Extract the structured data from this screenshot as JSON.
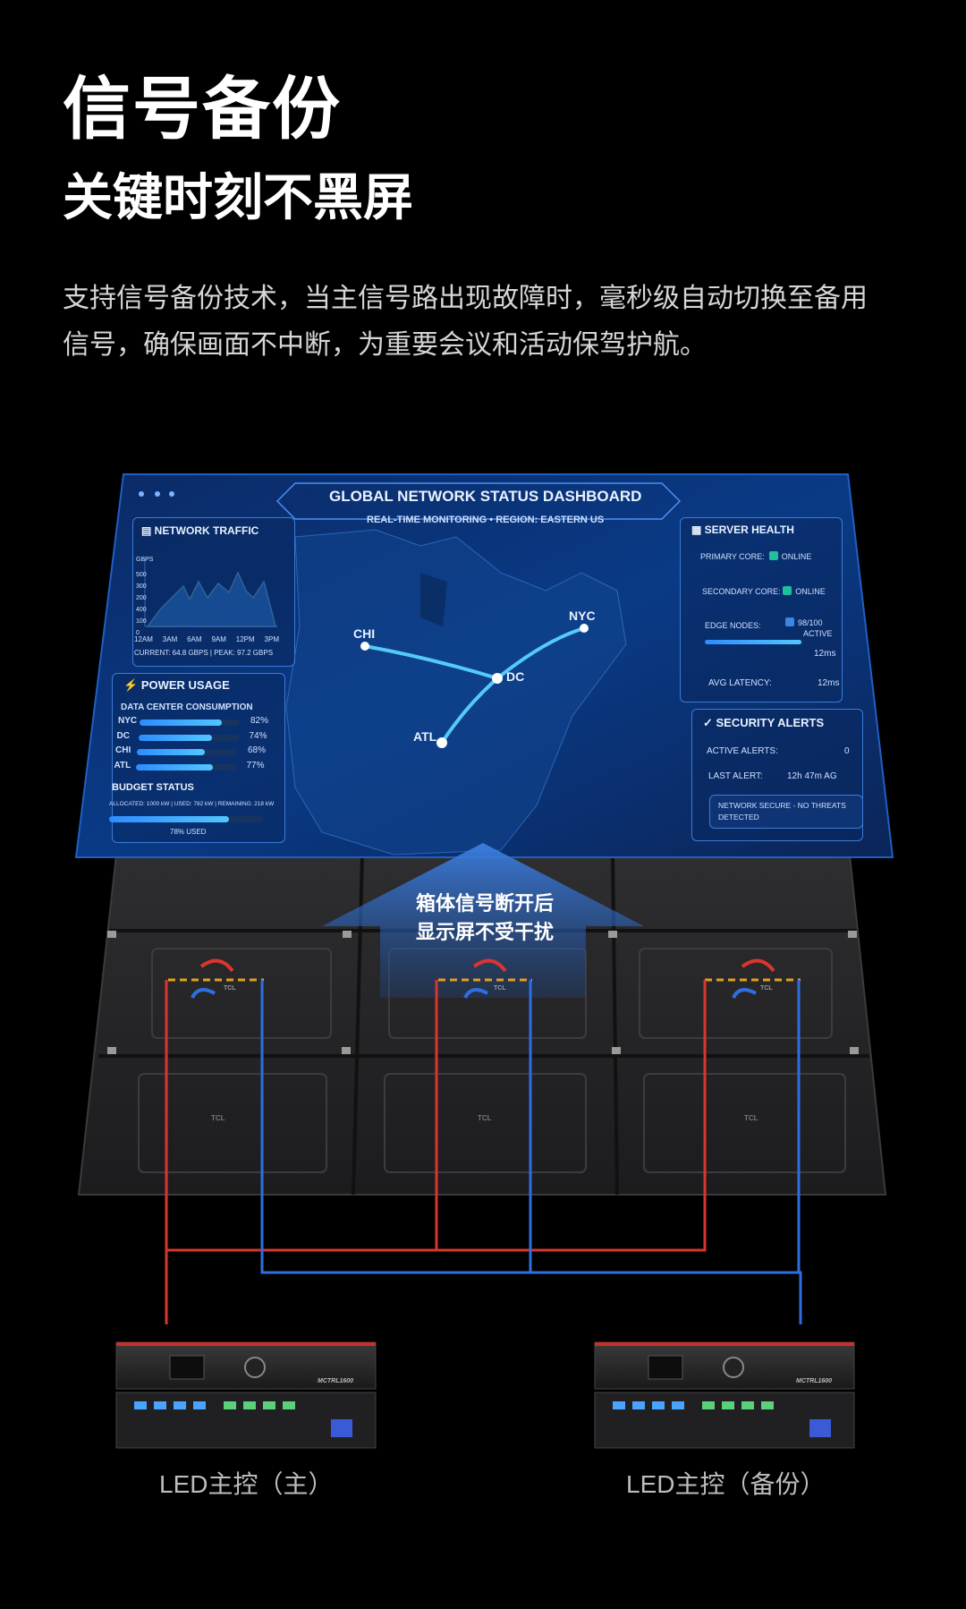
{
  "header": {
    "title": "信号备份",
    "subtitle": "关键时刻不黑屏",
    "description_lines": [
      "支持信号备份技术，当主信号路出现故障时，毫秒级自动切换至备用",
      "信号，确保画面不中断，为重要会议和活动保驾护航。"
    ]
  },
  "dashboard": {
    "title": "GLOBAL NETWORK STATUS DASHBOARD",
    "subtitle": "REAL-TIME MONITORING • REGION: EASTERN US",
    "network_traffic": {
      "heading": "NETWORK TRAFFIC",
      "unit": "GBPS",
      "y_ticks": [
        "500",
        "300",
        "200",
        "400",
        "100",
        "0"
      ],
      "x_ticks": [
        "12AM",
        "3AM",
        "6AM",
        "9AM",
        "12PM",
        "3PM"
      ],
      "footer": "CURRENT: 64.8 GBPS | PEAK: 97.2 GBPS"
    },
    "power_usage": {
      "heading": "POWER USAGE",
      "subheading": "DATA CENTER CONSUMPTION",
      "rows": [
        {
          "label": "NYC",
          "value": "82%",
          "fraction": 0.82
        },
        {
          "label": "DC",
          "value": "74%",
          "fraction": 0.74
        },
        {
          "label": "CHI",
          "value": "68%",
          "fraction": 0.68
        },
        {
          "label": "ATL",
          "value": "77%",
          "fraction": 0.77
        }
      ],
      "budget_heading": "BUDGET STATUS",
      "budget_detail": "ALLOCATED: 1000 kW | USED: 782 kW | REMAINING: 218 kW",
      "budget_used": "78% USED",
      "budget_fraction": 0.78
    },
    "map": {
      "cities": [
        "CHI",
        "NYC",
        "DC",
        "ATL"
      ]
    },
    "server_health": {
      "heading": "SERVER HEALTH",
      "primary_label": "PRIMARY CORE:",
      "primary_value": "ONLINE",
      "secondary_label": "SECONDARY CORE:",
      "secondary_value": "ONLINE",
      "edge_label": "EDGE NODES:",
      "edge_value": "98/100",
      "edge_status": "ACTIVE",
      "edge_fraction": 0.98,
      "edge_latency": "12ms",
      "avg_label": "AVG  LATENCY:",
      "avg_value": "12ms"
    },
    "security_alerts": {
      "heading": "SECURITY ALERTS",
      "active_label": "ACTIVE ALERTS:",
      "active_value": "0",
      "last_label": "LAST ALERT:",
      "last_value": "12h  47m AG",
      "notice_line1": "NETWORK SECURE - NO THREATS",
      "notice_line2": "DETECTED"
    }
  },
  "cabinet": {
    "brand": "TCL",
    "callout_line1": "箱体信号断开后",
    "callout_line2": "显示屏不受干扰"
  },
  "controllers": [
    {
      "label": "LED主控（主）",
      "model": "MCTRL1600"
    },
    {
      "label": "LED主控（备份）",
      "model": "MCTRL1600"
    }
  ],
  "colors": {
    "primary_line": "#d8362f",
    "backup_line": "#2f6ee0",
    "accent": "#3aa0ff"
  }
}
